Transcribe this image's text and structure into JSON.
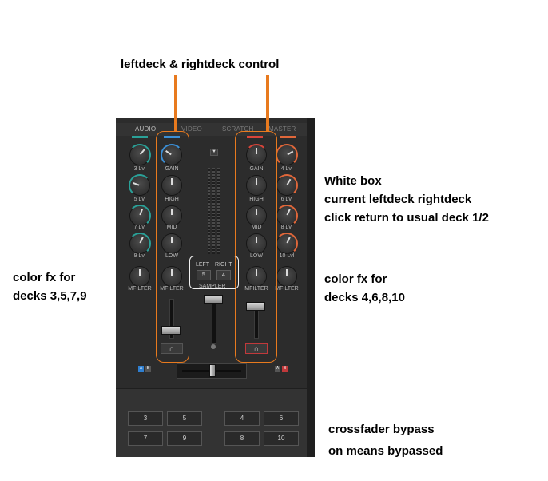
{
  "annotations": {
    "top_title": "leftdeck & rightdeck control",
    "white_box_title": "White box",
    "white_box_line2": "current leftdeck rightdeck",
    "white_box_line3": "click return to usual deck 1/2",
    "left_fx_line1": "color fx for",
    "left_fx_line2": "decks 3,5,7,9",
    "right_fx_line1": "color fx for",
    "right_fx_line2": "decks 4,6,8,10",
    "crossfader_line1": "crossfader bypass",
    "crossfader_line2": "on means bypassed"
  },
  "tabs": [
    "AUDIO",
    "VIDEO",
    "SCRATCH",
    "MASTER"
  ],
  "left_fx_knobs": [
    "3 Lvl",
    "5 Lvl",
    "7 Lvl",
    "9 Lvl",
    "MFILTER"
  ],
  "right_fx_knobs": [
    "4 Lvl",
    "6 Lvl",
    "8 Lvl",
    "10 Lvl",
    "MFILTER"
  ],
  "left_deck_knobs": [
    "GAIN",
    "HIGH",
    "MID",
    "LOW",
    "MFILTER"
  ],
  "right_deck_knobs": [
    "GAIN",
    "HIGH",
    "MID",
    "LOW",
    "MFILTER"
  ],
  "deck_selector": {
    "left_label": "LEFT",
    "right_label": "RIGHT",
    "left_value": "5",
    "right_value": "4",
    "sampler_label": "SAMPLER"
  },
  "mini_buttons": {
    "a": "A",
    "b": "B"
  },
  "pads": {
    "left": [
      "3",
      "5",
      "7",
      "9"
    ],
    "right": [
      "4",
      "6",
      "8",
      "10"
    ]
  },
  "colors": {
    "annotation_orange": "#e87a1e",
    "left_accent": "#2aa198",
    "right_accent": "#e0673a",
    "left_deck_bar": "#3b8fd6",
    "right_deck_bar": "#d9453a"
  },
  "icons": {
    "headphone": "headphone-icon",
    "arrow_down": "arrow-down-icon"
  }
}
